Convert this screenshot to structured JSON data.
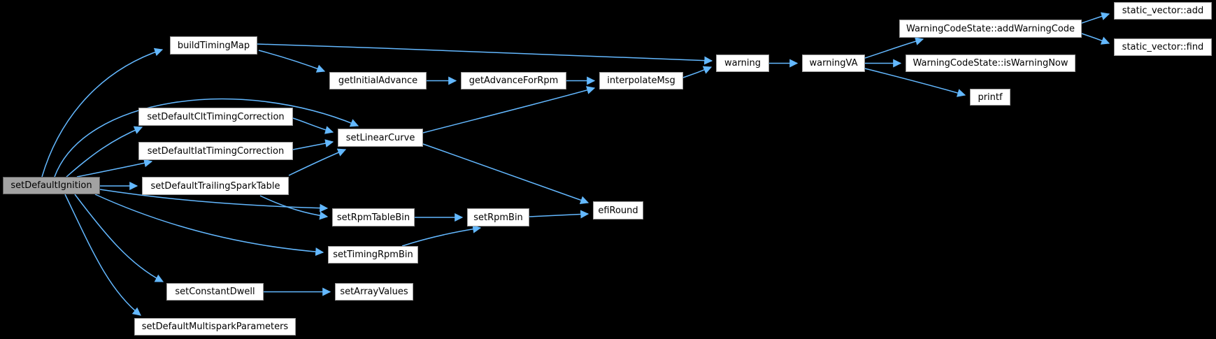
{
  "graph": {
    "type": "doxygen-call-graph",
    "root": "setDefaultIgnition",
    "colors": {
      "background": "#000000",
      "edge": "#63b8ff",
      "node_fill": "#ffffff",
      "node_border": "#9b9b9b",
      "node_text": "#000000",
      "root_fill": "#a2a2a2",
      "root_border": "#5f5f5f"
    },
    "nodes": {
      "setDefaultIgnition": {
        "label": "setDefaultIgnition"
      },
      "buildTimingMap": {
        "label": "buildTimingMap"
      },
      "setDefaultCltTimingCorrection": {
        "label": "setDefaultCltTimingCorrection"
      },
      "setDefaultIatTimingCorrection": {
        "label": "setDefaultIatTimingCorrection"
      },
      "setDefaultTrailingSparkTable": {
        "label": "setDefaultTrailingSparkTable"
      },
      "setConstantDwell": {
        "label": "setConstantDwell"
      },
      "setDefaultMultisparkParameters": {
        "label": "setDefaultMultisparkParameters"
      },
      "getInitialAdvance": {
        "label": "getInitialAdvance"
      },
      "setLinearCurve": {
        "label": "setLinearCurve"
      },
      "setRpmTableBin": {
        "label": "setRpmTableBin"
      },
      "setTimingRpmBin": {
        "label": "setTimingRpmBin"
      },
      "setArrayValues": {
        "label": "setArrayValues"
      },
      "getAdvanceForRpm": {
        "label": "getAdvanceForRpm"
      },
      "interpolateMsg": {
        "label": "interpolateMsg"
      },
      "setRpmBin": {
        "label": "setRpmBin"
      },
      "efiRound": {
        "label": "efiRound"
      },
      "warning": {
        "label": "warning"
      },
      "warningVA": {
        "label": "warningVA"
      },
      "addWarningCode": {
        "label": "WarningCodeState::addWarningCode"
      },
      "isWarningNow": {
        "label": "WarningCodeState::isWarningNow"
      },
      "printf": {
        "label": "printf"
      },
      "static_vector_add": {
        "label": "static_vector::add"
      },
      "static_vector_find": {
        "label": "static_vector::find"
      }
    },
    "edges": [
      {
        "from": "setDefaultIgnition",
        "to": "buildTimingMap"
      },
      {
        "from": "setDefaultIgnition",
        "to": "setLinearCurve"
      },
      {
        "from": "setDefaultIgnition",
        "to": "setDefaultCltTimingCorrection"
      },
      {
        "from": "setDefaultIgnition",
        "to": "setDefaultIatTimingCorrection"
      },
      {
        "from": "setDefaultIgnition",
        "to": "setDefaultTrailingSparkTable"
      },
      {
        "from": "setDefaultIgnition",
        "to": "setRpmTableBin"
      },
      {
        "from": "setDefaultIgnition",
        "to": "setTimingRpmBin"
      },
      {
        "from": "setDefaultIgnition",
        "to": "setConstantDwell"
      },
      {
        "from": "setDefaultIgnition",
        "to": "setDefaultMultisparkParameters"
      },
      {
        "from": "buildTimingMap",
        "to": "warning"
      },
      {
        "from": "buildTimingMap",
        "to": "getInitialAdvance"
      },
      {
        "from": "getInitialAdvance",
        "to": "getAdvanceForRpm"
      },
      {
        "from": "getAdvanceForRpm",
        "to": "interpolateMsg"
      },
      {
        "from": "setLinearCurve",
        "to": "interpolateMsg"
      },
      {
        "from": "setLinearCurve",
        "to": "efiRound"
      },
      {
        "from": "setDefaultCltTimingCorrection",
        "to": "setLinearCurve"
      },
      {
        "from": "setDefaultIatTimingCorrection",
        "to": "setLinearCurve"
      },
      {
        "from": "setDefaultTrailingSparkTable",
        "to": "setLinearCurve"
      },
      {
        "from": "setDefaultTrailingSparkTable",
        "to": "setRpmTableBin"
      },
      {
        "from": "setRpmTableBin",
        "to": "setRpmBin"
      },
      {
        "from": "setTimingRpmBin",
        "to": "setRpmBin"
      },
      {
        "from": "setRpmBin",
        "to": "efiRound"
      },
      {
        "from": "setConstantDwell",
        "to": "setArrayValues"
      },
      {
        "from": "interpolateMsg",
        "to": "warning"
      },
      {
        "from": "warning",
        "to": "warningVA"
      },
      {
        "from": "warningVA",
        "to": "addWarningCode"
      },
      {
        "from": "warningVA",
        "to": "isWarningNow"
      },
      {
        "from": "warningVA",
        "to": "printf"
      },
      {
        "from": "addWarningCode",
        "to": "static_vector_add"
      },
      {
        "from": "addWarningCode",
        "to": "static_vector_find"
      }
    ]
  }
}
